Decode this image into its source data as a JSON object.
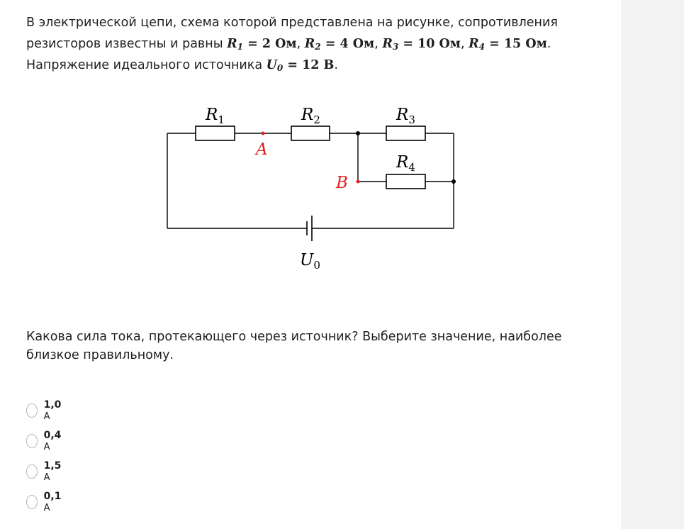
{
  "problem": {
    "text_1": "В электрической цепи, схема которой представлена на рисунке, сопротивления резисторов известны и равны ",
    "r1_sym": "R",
    "r1_sub": "1",
    "r1_val": " = 2 Ом",
    "sep1": ", ",
    "r2_sym": "R",
    "r2_sub": "2",
    "r2_val": " = 4 Ом",
    "sep2": ", ",
    "r3_sym": "R",
    "r3_sub": "3",
    "r3_val": " = 10 Ом",
    "sep3": ", ",
    "r4_sym": "R",
    "r4_sub": "4",
    "r4_val": " = 15 Ом",
    "text_2": ". Напряжение идеального источника ",
    "u_sym": "U",
    "u_sub": "0",
    "u_val": " = 12 В",
    "text_3": "."
  },
  "circuit": {
    "labels": {
      "r1": "R",
      "r1_sub": "1",
      "r2": "R",
      "r2_sub": "2",
      "r3": "R",
      "r3_sub": "3",
      "r4": "R",
      "r4_sub": "4",
      "u0": "U",
      "u0_sub": "0",
      "point_a": "A",
      "point_b": "B"
    },
    "colors": {
      "wire": "#000000",
      "marker": "#e02020"
    }
  },
  "question": "Какова сила тока, протекающего через источник? Выберите значение, наиболее близкое правильному.",
  "options": [
    {
      "value": "1,0",
      "unit": "A"
    },
    {
      "value": "0,4",
      "unit": "A"
    },
    {
      "value": "1,5",
      "unit": "A"
    },
    {
      "value": "0,1",
      "unit": "A"
    }
  ]
}
